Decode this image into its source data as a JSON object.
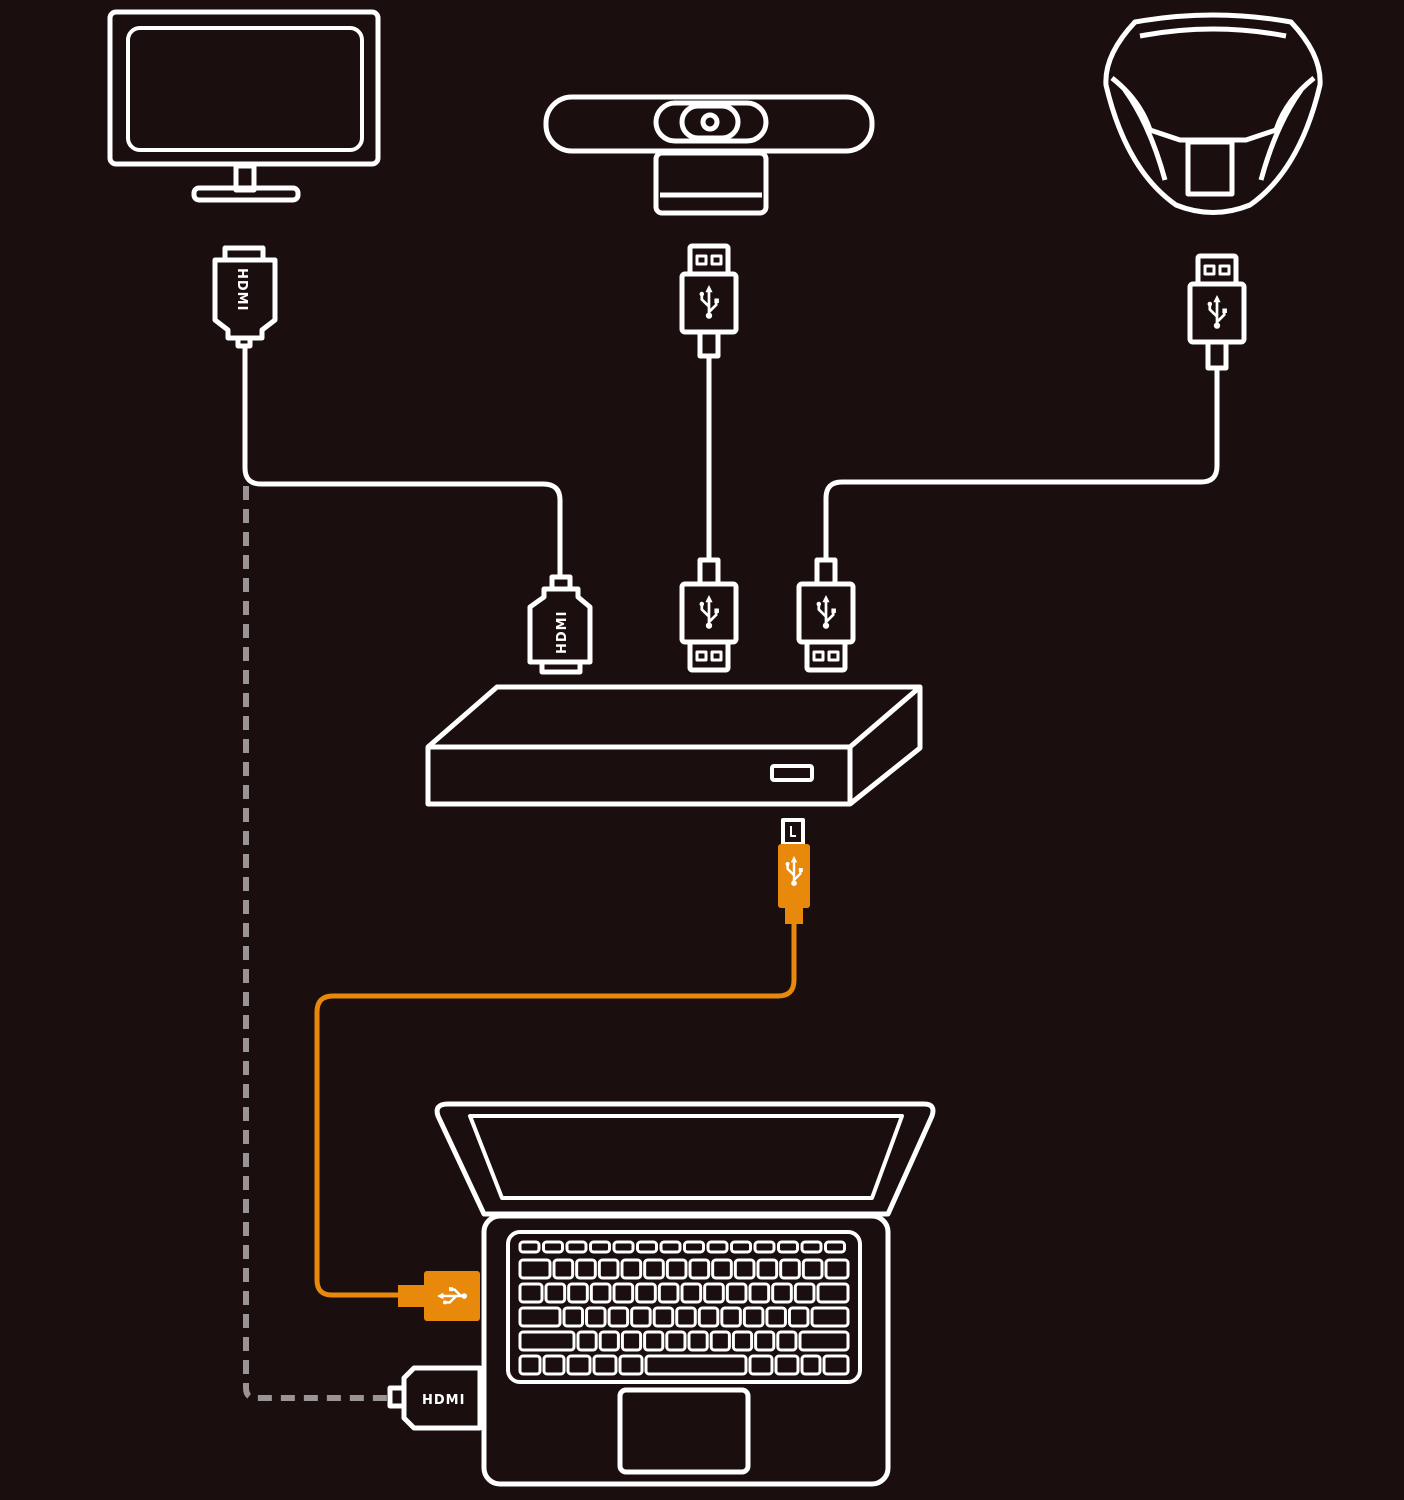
{
  "colors": {
    "background": "#1a0f0e",
    "line": "#ffffff",
    "accent": "#e8890c",
    "dashed": "#9a9594"
  },
  "labels": {
    "hdmi_monitor": "HDMI",
    "hdmi_hub": "HDMI",
    "hdmi_laptop": "HDMI"
  },
  "icons": {
    "usb": "usb-icon"
  }
}
